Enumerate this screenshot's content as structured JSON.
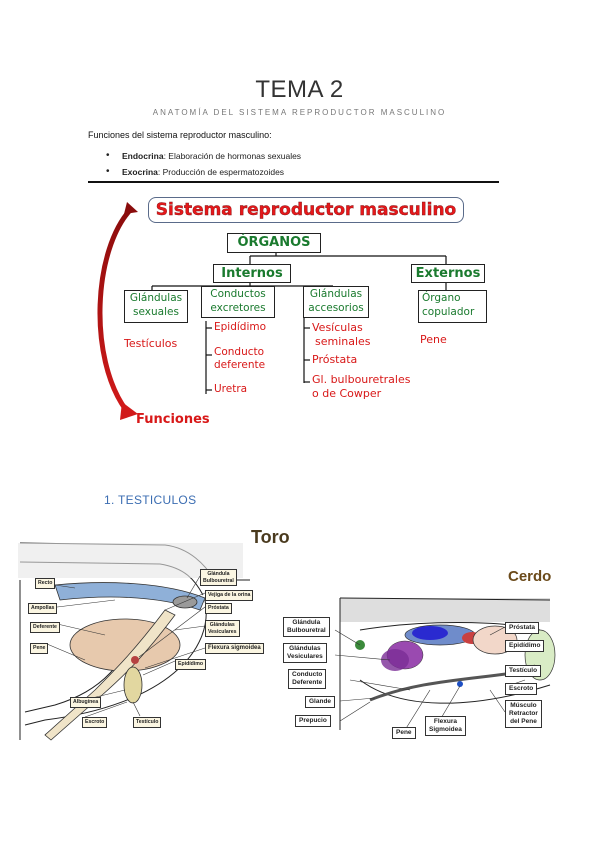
{
  "header": {
    "title": "TEMA 2",
    "subtitle": "ANATOMÍA DEL SISTEMA REPRODUCTOR MASCULINO"
  },
  "intro": "Funciones del sistema reproductor masculino:",
  "functions": [
    {
      "term": "Endocrina",
      "desc": ": Elaboración de hormonas sexuales"
    },
    {
      "term": "Exocrina",
      "desc": ": Producción de espermatozoides"
    }
  ],
  "concept_map": {
    "title": "Sistema reproductor masculino",
    "organos": "ÓRGANOS",
    "internos": "Internos",
    "externos": "Externos",
    "glandulas_sexuales": [
      "Glándulas",
      "sexuales"
    ],
    "conductos": [
      "Conductos",
      "excretores"
    ],
    "glandulas_accesorios": [
      "Glándulas",
      "accesorios"
    ],
    "organo_copulador": [
      "Órgano",
      "copulador"
    ],
    "testiculos": "Testículos",
    "epididimo": "Epidídimo",
    "conducto_deferente": [
      "Conducto",
      "deferente"
    ],
    "uretra": "Uretra",
    "vesiculas": [
      "Vesículas",
      "seminales"
    ],
    "prostata": "Próstata",
    "bulbouretrales": [
      "Gl. bulbouretrales",
      "o de Cowper"
    ],
    "pene": "Pene",
    "cut_text": "Funciones"
  },
  "section": "1.  TESTICULOS",
  "toro": {
    "title": "Toro",
    "labels": {
      "recto": "Recto",
      "ampollas": "Ampollas",
      "deferente": "Deferente",
      "pene": "Pene",
      "albuginea": "Albugínea",
      "escroto": "Escroto",
      "testiculo": "Testículo",
      "epididimo": "Epidídimo",
      "glandula_bulbouretral": [
        "Glándula",
        "Bulbouretral"
      ],
      "vejiga": "Vejiga de la orina",
      "prostata": "Próstata",
      "glandulas_vesiculares": [
        "Glándulas",
        "Vesiculares"
      ],
      "flexura": "Flexura sigmoidea"
    }
  },
  "cerdo": {
    "title": "Cerdo",
    "labels": {
      "glandula_bulbouretral": [
        "Glándula",
        "Bulbouretral"
      ],
      "glandulas_vesiculares": [
        "Glándulas",
        "Vesiculares"
      ],
      "conducto_deferente": [
        "Conducto",
        "Deferente"
      ],
      "glande": "Glande",
      "prepucio": "Prepucio",
      "pene": "Pene",
      "flexura": [
        "Flexura",
        "Sigmoidea"
      ],
      "prostata": "Próstata",
      "epididimo": "Epidídimo",
      "testiculo": "Testículo",
      "escroto": "Escroto",
      "musculo": [
        "Músculo",
        "Retractor",
        "del Pene"
      ]
    }
  }
}
